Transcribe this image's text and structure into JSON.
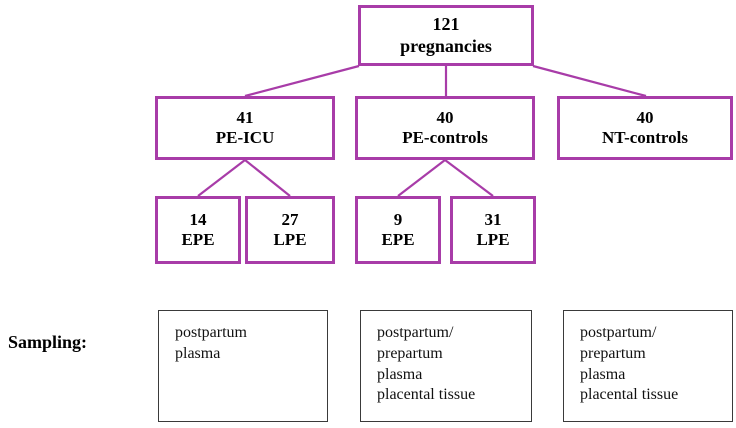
{
  "figure": {
    "type": "flowchart",
    "accent_color": "#a83ca8",
    "box_border_color": "#3a3a3a",
    "background": "#ffffff"
  },
  "nodes": {
    "root": {
      "count": "121",
      "label": "pregnancies"
    },
    "pe_icu": {
      "count": "41",
      "label": "PE-ICU"
    },
    "pe_controls": {
      "count": "40",
      "label": "PE-controls"
    },
    "nt_controls": {
      "count": "40",
      "label": "NT-controls"
    },
    "epe_icu": {
      "count": "14",
      "label": "EPE"
    },
    "lpe_icu": {
      "count": "27",
      "label": "LPE"
    },
    "epe_controls": {
      "count": "9",
      "label": "EPE"
    },
    "lpe_controls": {
      "count": "31",
      "label": "LPE"
    }
  },
  "sampling": {
    "row_label": "Sampling:",
    "boxes": [
      {
        "lines": [
          "postpartum",
          "plasma"
        ]
      },
      {
        "lines": [
          "postpartum/",
          "prepartum",
          "plasma",
          "placental tissue"
        ]
      },
      {
        "lines": [
          "postpartum/",
          "prepartum",
          "plasma",
          "placental tissue"
        ]
      }
    ]
  }
}
